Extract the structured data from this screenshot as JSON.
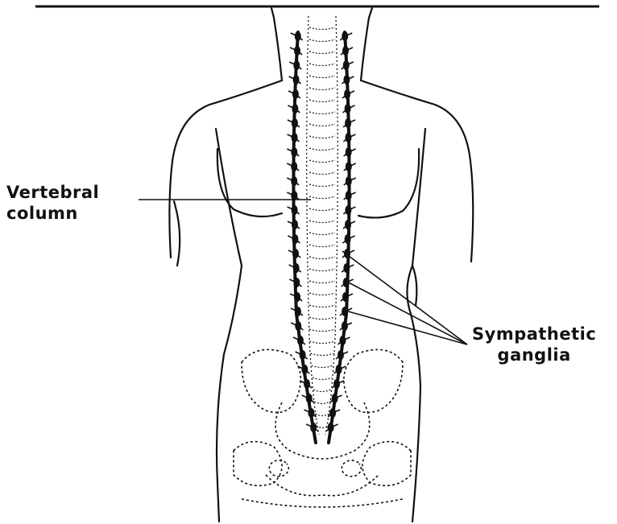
{
  "labels": {
    "vertebral_line1": "Vertebral",
    "vertebral_line2": "column",
    "sympathetic_line1": "Sympathetic",
    "sympathetic_line2": "ganglia"
  },
  "colors": {
    "ink": "#111111",
    "background": "#ffffff"
  }
}
